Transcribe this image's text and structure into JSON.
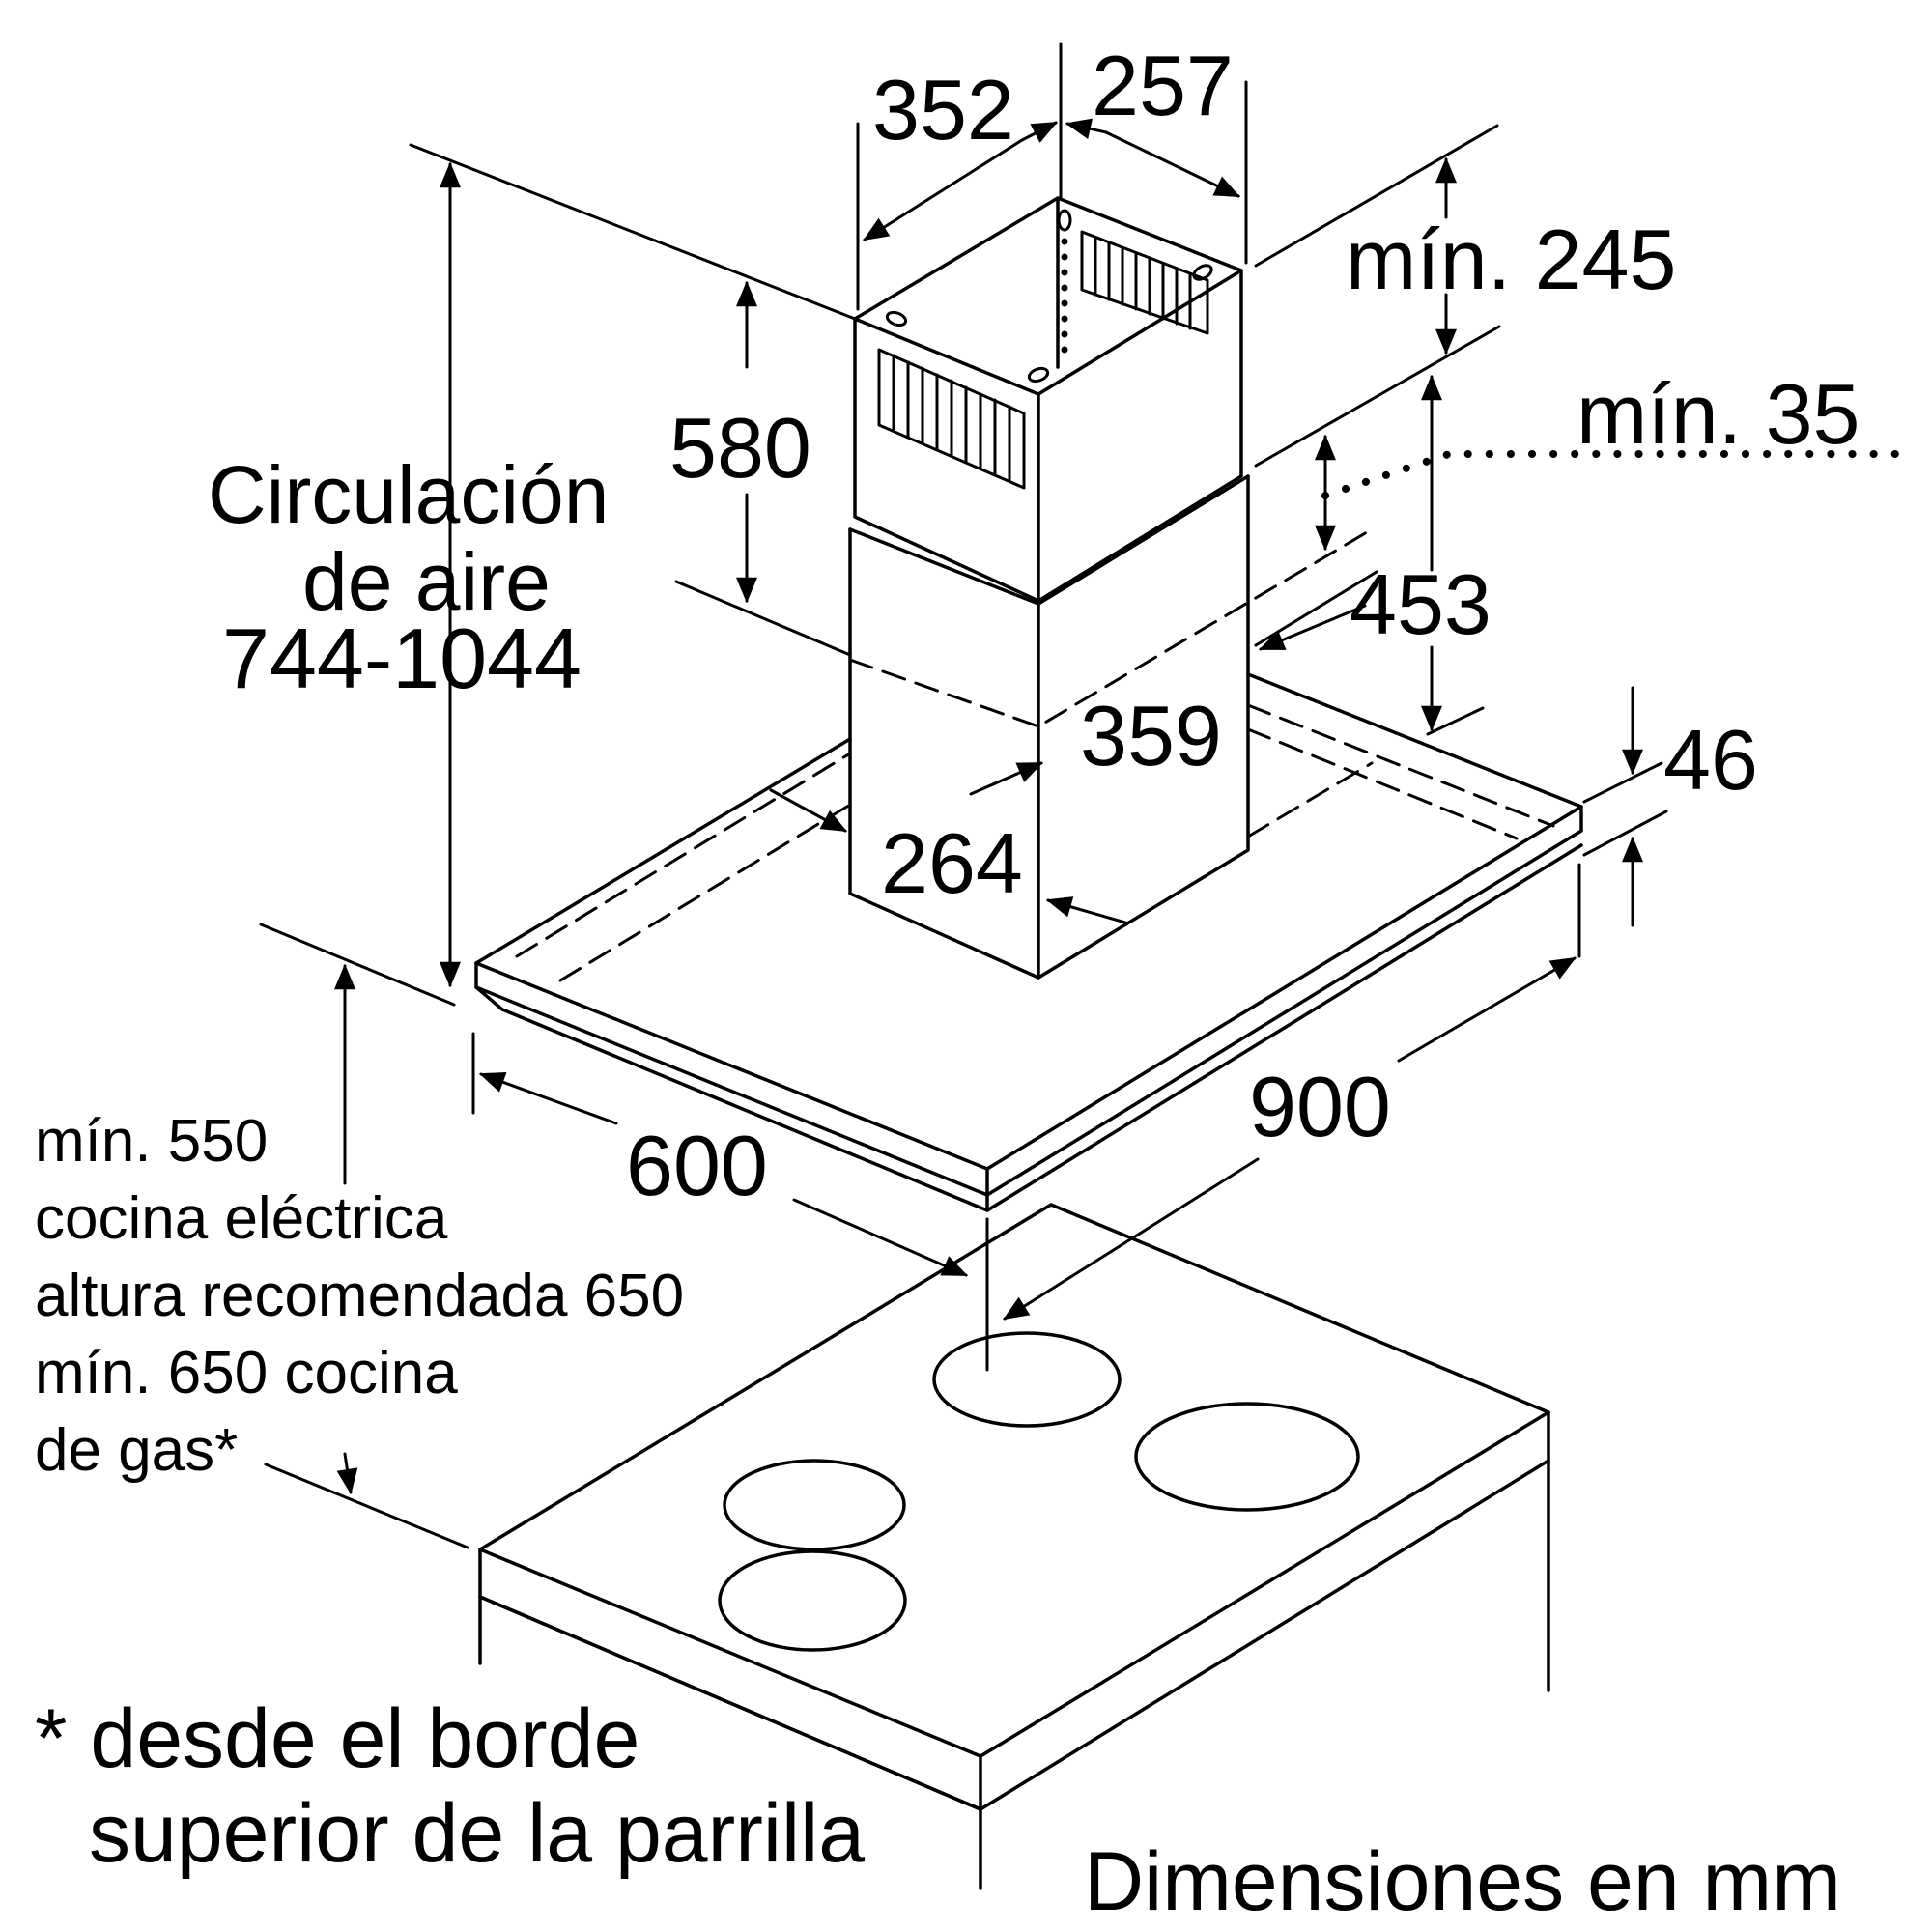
{
  "dimensions": {
    "d352": "352",
    "d257": "257",
    "min245": "mín. 245",
    "min35": "mín. 35",
    "d580": "580",
    "d453": "453",
    "d359": "359",
    "d264": "264",
    "d46": "46",
    "d900": "900",
    "d600": "600"
  },
  "circulation": {
    "line1": "Circulación",
    "line2": "de aire",
    "line3": "744-1044"
  },
  "install_note": {
    "line1": "mín. 550",
    "line2": "cocina eléctrica",
    "line3": "altura recomendada 650",
    "line4": "mín. 650 cocina",
    "line5": "de gas*"
  },
  "footnote": {
    "line1": "* desde el borde",
    "line2": "superior de la parrilla"
  },
  "units_caption": "Dimensiones en mm",
  "colors": {
    "ink": "#000000",
    "paper": "#ffffff"
  }
}
